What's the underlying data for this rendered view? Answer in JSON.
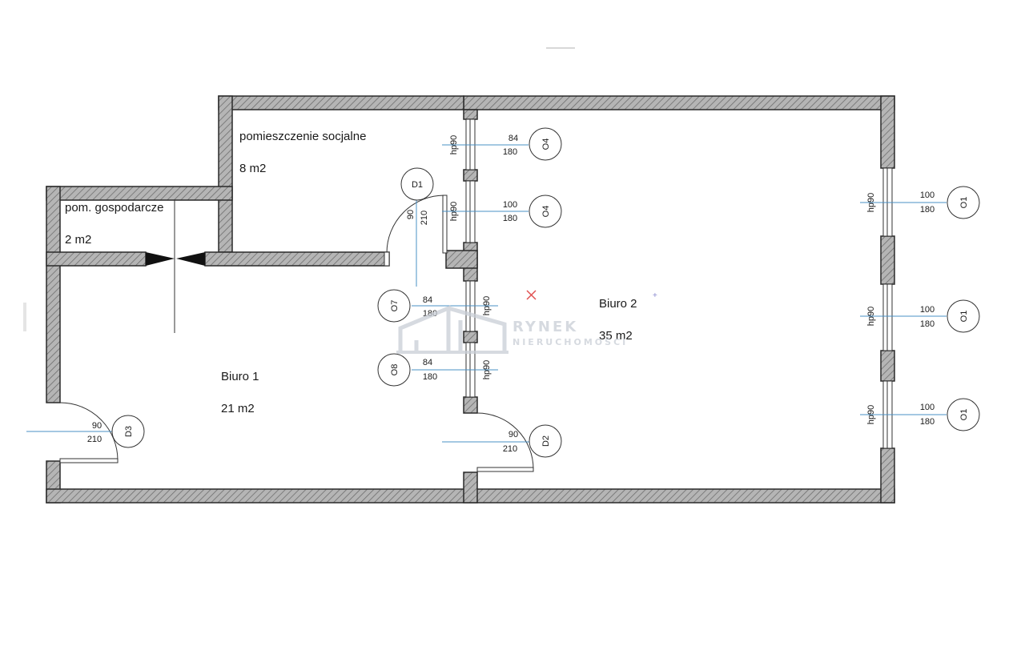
{
  "rooms": [
    {
      "name": "pomieszczenie socjalne",
      "area": "8 m2"
    },
    {
      "name": "pom. gospodarcze",
      "area": "2 m2"
    },
    {
      "name": "Biuro 1",
      "area": "21 m2"
    },
    {
      "name": "Biuro 2",
      "area": "35 m2"
    }
  ],
  "openings": {
    "d1": {
      "tag": "D1",
      "width": "90",
      "height": "210"
    },
    "d2": {
      "tag": "D2",
      "width": "90",
      "height": "210"
    },
    "d3": {
      "tag": "D3",
      "width": "90",
      "height": "210"
    },
    "o4a": {
      "tag": "O4",
      "width": "84",
      "height": "180",
      "sill": "hp90"
    },
    "o4b": {
      "tag": "O4",
      "width": "100",
      "height": "180",
      "sill": "hp90"
    },
    "o7": {
      "tag": "O7",
      "width": "84",
      "height": "180",
      "sill": "hp90"
    },
    "o8": {
      "tag": "O8",
      "width": "84",
      "height": "180",
      "sill": "hp90"
    },
    "o1a": {
      "tag": "O1",
      "width": "100",
      "height": "180",
      "sill": "hp90"
    },
    "o1b": {
      "tag": "O1",
      "width": "100",
      "height": "180",
      "sill": "hp90"
    },
    "o1c": {
      "tag": "O1",
      "width": "100",
      "height": "180",
      "sill": "hp90"
    }
  },
  "watermark": {
    "line1": "RYNEK",
    "line2": "NIERUCHOMOŚCI"
  },
  "colors": {
    "wall": "#9a9a9a",
    "leader": "#4a90c4",
    "marker": "#e05050"
  }
}
